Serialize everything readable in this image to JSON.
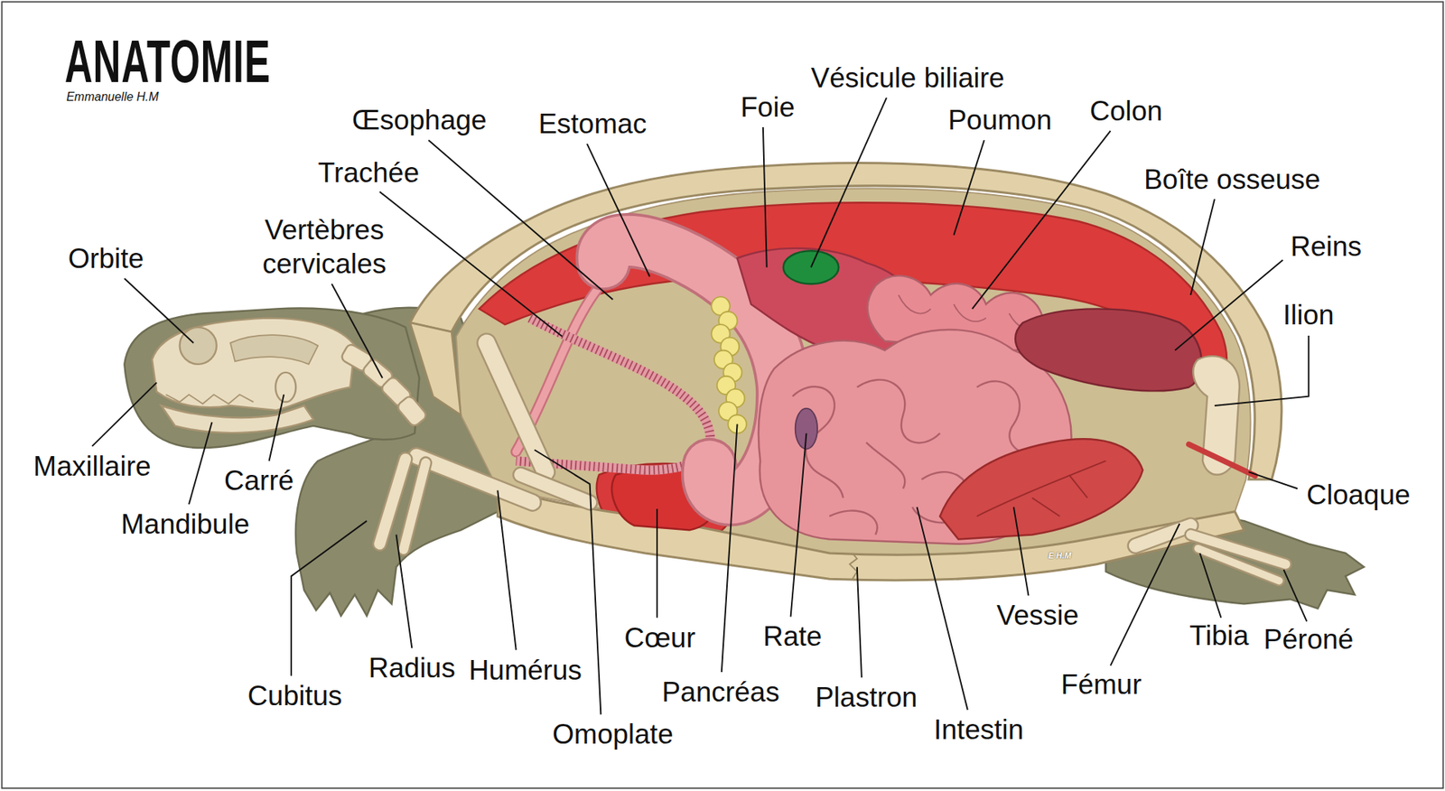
{
  "diagram": {
    "title": "ANATOMIE",
    "labels": [
      "Emmanuelle H.M",
      "Vésicule biliaire",
      "Foie",
      "Colon",
      "Œsophage",
      "Poumon",
      "Estomac",
      "Trachée",
      "Boîte osseuse",
      "Vertèbres cervicales",
      "Reins",
      "Orbite",
      "Ilion",
      "Maxillaire",
      "Carré",
      "Cloaque",
      "Mandibule",
      "E H.M",
      "Tibia",
      "Cœur",
      "Rate",
      "Vessie",
      "Péroné",
      "Radius",
      "Humérus",
      "Fémur",
      "Pancréas",
      "Cubitus",
      "Plastron",
      "Intestin",
      "Omoplate"
    ]
  }
}
